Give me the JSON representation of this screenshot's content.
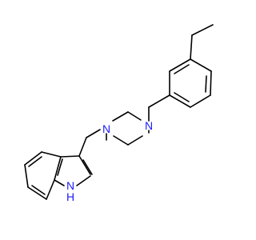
{
  "molecule": {
    "atoms": {
      "n_piperazine_left": "N",
      "n_piperazine_right": "N",
      "n_indole": "N",
      "h_indole": "H"
    }
  },
  "colors": {
    "bond": "#000000",
    "heteroatom": "#1a1aff",
    "background": "#ffffff"
  }
}
